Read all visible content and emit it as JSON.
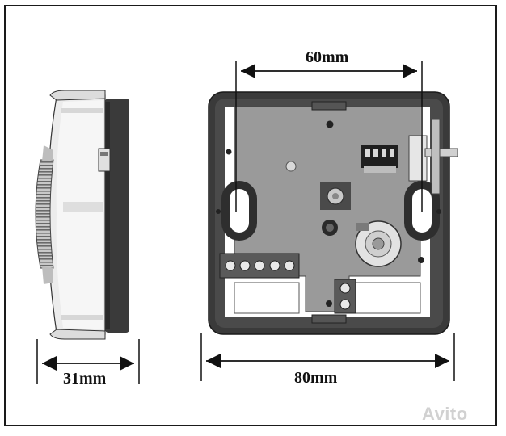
{
  "dimensions": {
    "depth_label": "31mm",
    "width_label": "80mm",
    "hole_spacing_label": "60mm"
  },
  "watermark": {
    "text": "Avito"
  },
  "colors": {
    "housing_dark": "#3a3a3a",
    "back_plate": "#9a9a9a",
    "line": "#111111"
  }
}
